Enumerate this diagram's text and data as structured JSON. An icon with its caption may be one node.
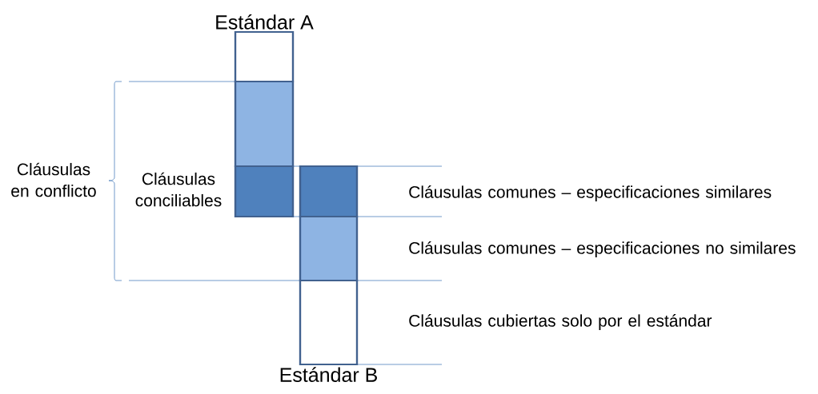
{
  "diagram": {
    "nodes": [
      {
        "text": [
          "Estándar A"
        ]
      },
      {
        "text": [
          "Estándar B"
        ]
      }
    ],
    "edges": [],
    "labels": [
      "Cláusulas en conflicto",
      "Cláusulas conciliables",
      "Cláusulas comunes – especificaciones similares",
      "Cláusulas comunes – especificaciones no similares",
      "Cláusulas cubiertas solo por el estándar"
    ]
  }
}
